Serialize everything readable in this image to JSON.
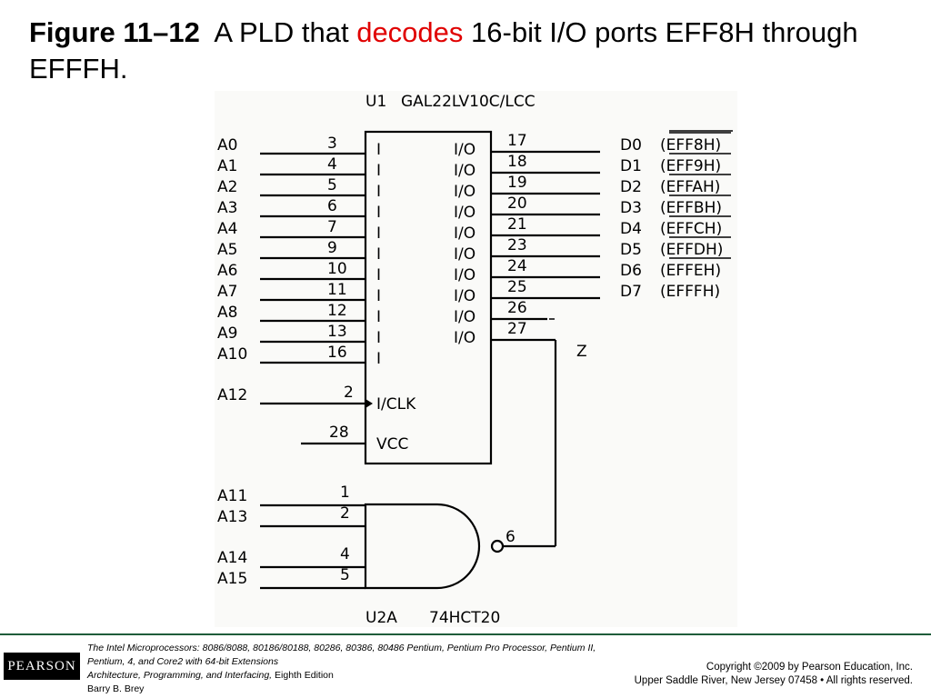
{
  "title": {
    "figure_label": "Figure 11–12",
    "text_before": "A PLD that",
    "highlight": "decodes",
    "text_after": "16-bit I/O ports EFF8H through EFFFH."
  },
  "colors": {
    "highlight": "#e00000",
    "rule": "#1f5c3a"
  },
  "schematic": {
    "u1_ref": "U1",
    "u1_part": "GAL22LV10C/LCC",
    "inputs": [
      {
        "label": "A0",
        "pin": "3"
      },
      {
        "label": "A1",
        "pin": "4"
      },
      {
        "label": "A2",
        "pin": "5"
      },
      {
        "label": "A3",
        "pin": "6"
      },
      {
        "label": "A4",
        "pin": "7"
      },
      {
        "label": "A5",
        "pin": "9"
      },
      {
        "label": "A6",
        "pin": "10"
      },
      {
        "label": "A7",
        "pin": "11"
      },
      {
        "label": "A8",
        "pin": "12"
      },
      {
        "label": "A9",
        "pin": "13"
      },
      {
        "label": "A10",
        "pin": "16"
      }
    ],
    "input_marker": "I",
    "clock": {
      "label": "A12",
      "pin": "2",
      "marker": "I/CLK"
    },
    "vcc": {
      "pin": "28",
      "marker": "VCC"
    },
    "io_marker": "I/O",
    "outputs": [
      {
        "pin": "17",
        "label": "D0",
        "port": "(EFF8H)"
      },
      {
        "pin": "18",
        "label": "D1",
        "port": "(EFF9H)"
      },
      {
        "pin": "19",
        "label": "D2",
        "port": "(EFFAH)"
      },
      {
        "pin": "20",
        "label": "D3",
        "port": "(EFFBH)"
      },
      {
        "pin": "21",
        "label": "D4",
        "port": "(EFFCH)"
      },
      {
        "pin": "23",
        "label": "D5",
        "port": "(EFFDH)"
      },
      {
        "pin": "24",
        "label": "D6",
        "port": "(EFFEH)"
      },
      {
        "pin": "25",
        "label": "D7",
        "port": "(EFFFH)"
      },
      {
        "pin": "26"
      },
      {
        "pin": "27"
      }
    ],
    "z_label": "Z",
    "gate": {
      "inputs": [
        {
          "label": "A11",
          "pin": "1"
        },
        {
          "label": "A13",
          "pin": "2"
        },
        {
          "label": "A14",
          "pin": "4"
        },
        {
          "label": "A15",
          "pin": "5"
        }
      ],
      "output_pin": "6",
      "ref": "U2A",
      "part": "74HCT20"
    }
  },
  "footer": {
    "book_title": "The Intel Microprocessors:",
    "book_subtitle": "8086/8088, 80186/80188, 80286, 80386, 80486 Pentium, Pentium Pro Processor, Pentium II, Pentium, 4, and Core2 with 64-bit Extensions",
    "book_subtitle2": "Architecture, Programming, and Interfacing,",
    "edition": "Eighth Edition",
    "author": "Barry B. Brey",
    "copyright": "Copyright ©2009 by Pearson Education, Inc.",
    "address": "Upper Saddle River, New Jersey 07458 • All rights reserved.",
    "logo": "PEARSON"
  }
}
